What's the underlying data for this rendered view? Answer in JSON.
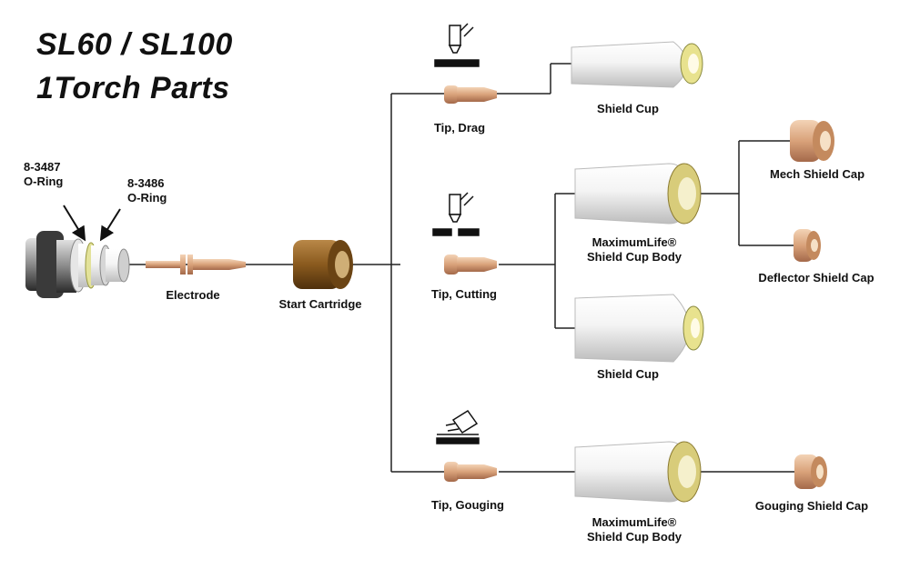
{
  "title": {
    "line1": "SL60 / SL100",
    "line2": "1Torch Parts"
  },
  "labels": {
    "oring_8_3487": [
      "8-3487",
      "O-Ring"
    ],
    "oring_8_3486": [
      "8-3486",
      "O-Ring"
    ],
    "electrode": "Electrode",
    "start_cartridge": "Start Cartridge",
    "tip_drag": "Tip, Drag",
    "tip_cutting": "Tip, Cutting",
    "tip_gouging": "Tip, Gouging",
    "shield_cup_top": "Shield Cup",
    "shield_cup_mid": "Shield Cup",
    "maxlife_body_1": [
      "MaximumLife®",
      "Shield Cup Body"
    ],
    "maxlife_body_2": [
      "MaximumLife®",
      "Shield Cup Body"
    ],
    "mech_shield_cap": "Mech Shield Cap",
    "deflector_shield_cap": "Deflector Shield Cap",
    "gouging_shield_cap": "Gouging Shield Cap"
  },
  "colors": {
    "copper": "#d9a27a",
    "cup_white": "#f2f2f2",
    "cup_ring": "#d8cc7a",
    "cartridge": "#8a5a1e"
  }
}
